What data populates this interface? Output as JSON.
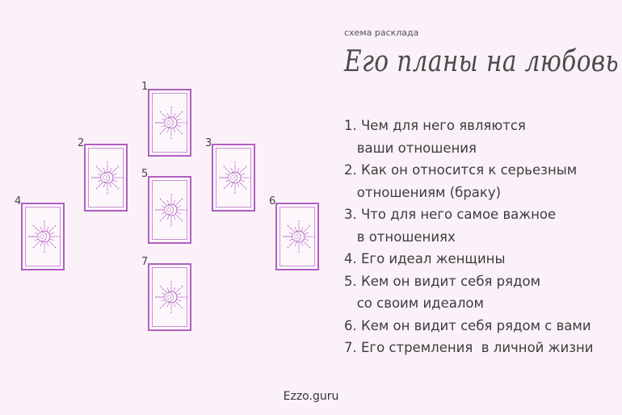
{
  "background_color": "#fbf1f8",
  "card_border_color": "#b05fc0",
  "card_numbers": [
    "1",
    "2",
    "3",
    "4",
    "5",
    "6",
    "7"
  ],
  "card_icon": "moon-sun-icon",
  "scheme_label": "схема расклада",
  "title": "Его планы на любовь",
  "positions": [
    "1. Чем для него являются",
    "   ваши отношения",
    "2. Как он относится к серьезным",
    "   отношениям (браку)",
    "3. Что для него самое важное",
    "   в отношениях",
    "4. Его идеал женщины",
    "5. Кем он видит себя рядом",
    "   со своим идеалом",
    "6. Кем он видит себя рядом с вами",
    "7. Его стремления  в личной жизни"
  ],
  "footer": "Ezzo.guru"
}
